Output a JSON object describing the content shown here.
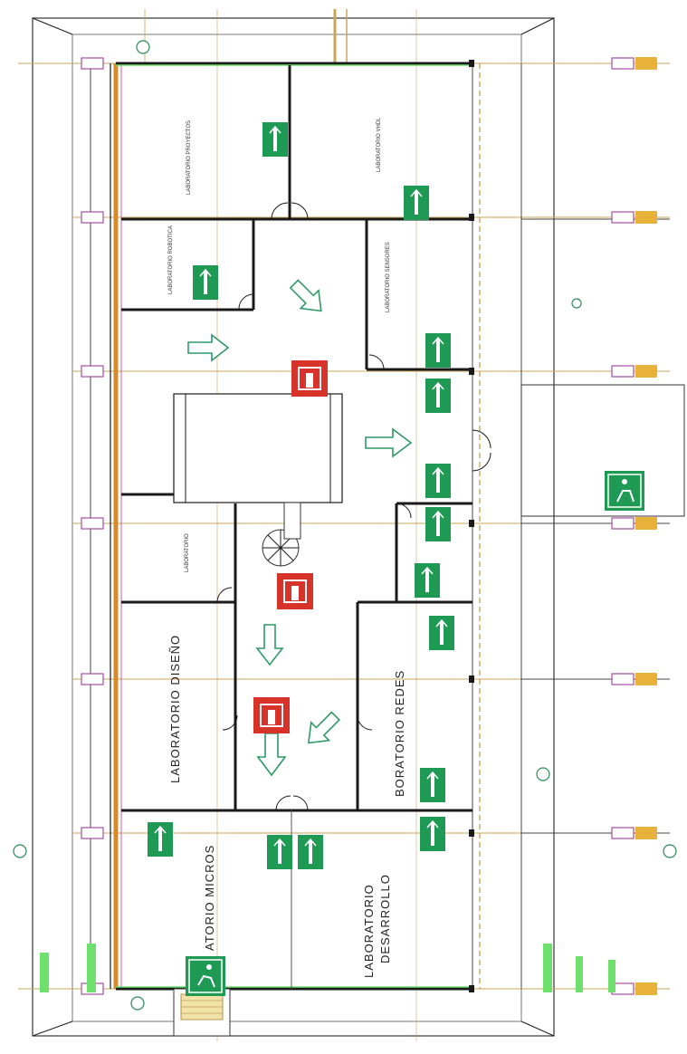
{
  "rooms": {
    "desarrollo_1": "LABORATORIO",
    "desarrollo_2": "DESARROLLO",
    "micros": "ATORIO  MICROS",
    "diseno": "LABORATORIO  DISEÑO",
    "redes": "BORATORIO  REDES",
    "small_1": "LABORATORIO PROYECTOS",
    "small_2": "LABORATORIO VHDL",
    "small_3": "LABORATORIO ROBOTICA",
    "small_4": "LABORATORIO SENSORES",
    "small_5": "LABORATORIO"
  },
  "colors": {
    "exit_green": "#1f9a55",
    "fire_red": "#d8332b",
    "grid_gold": "#c9a55a",
    "column_magenta": "#a64ea6",
    "footing_yellow": "#e7b13a",
    "wall_black": "#1a1a1a",
    "facade_orange": "#d98a2b"
  },
  "symbols": {
    "exit": "exit-sign-icon",
    "fire": "fire-extinguisher-icon",
    "arrow": "evacuation-arrow-icon",
    "stair": "spiral-stair-icon",
    "runner": "emergency-exit-runner-icon"
  }
}
